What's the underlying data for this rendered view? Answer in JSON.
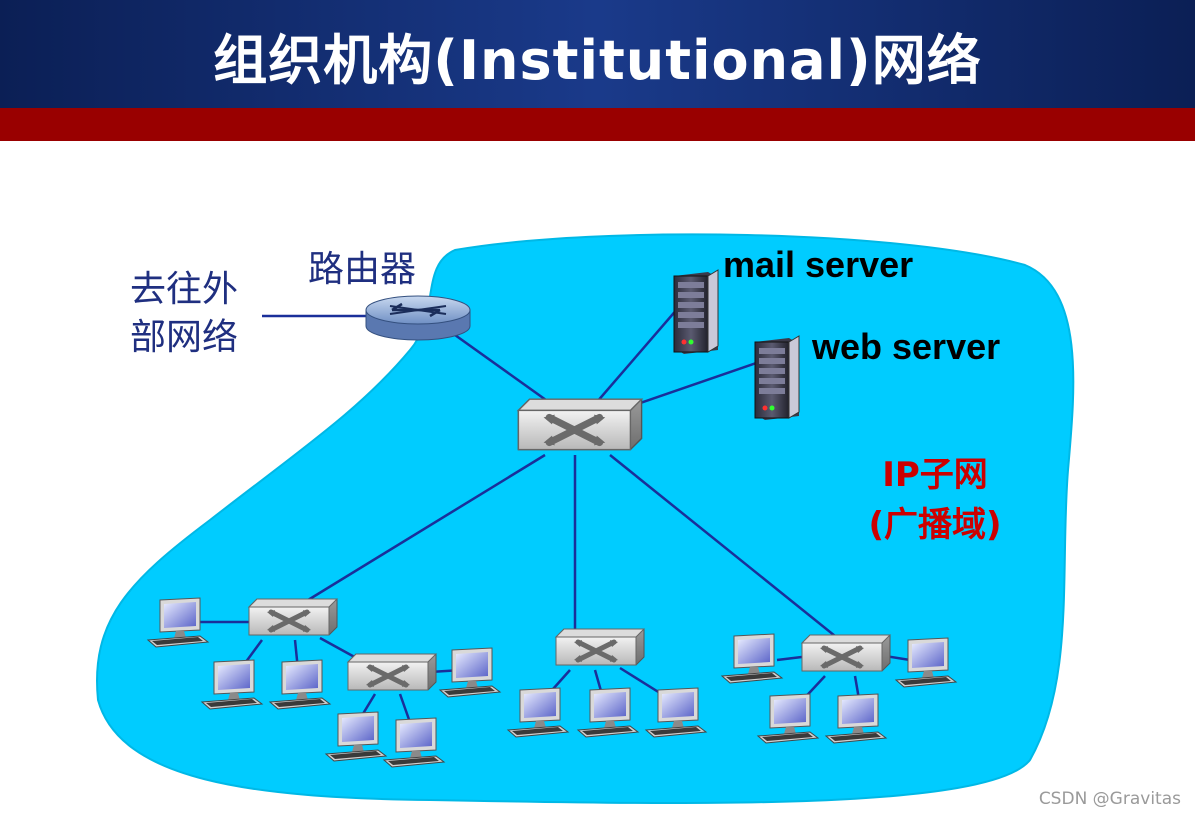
{
  "title": "组织机构(Institutional)网络",
  "labels": {
    "external_net_line1": "去往外",
    "external_net_line2": "部网络",
    "router": "路由器",
    "mail_server": "mail server",
    "web_server": "web server",
    "subnet_line1": "IP子网",
    "subnet_line2": "(广播域)"
  },
  "watermark": "CSDN @Gravitas",
  "colors": {
    "title_bg": "#0b1f55",
    "band": "#990000",
    "cloud": "#00ccff",
    "link": "#1a2f9a",
    "label_blue": "#1f2f80",
    "label_red": "#cc0000"
  },
  "devices": {
    "router": "router-icon",
    "switch": "switch-icon",
    "server": "server-icon",
    "host": "computer-icon"
  }
}
